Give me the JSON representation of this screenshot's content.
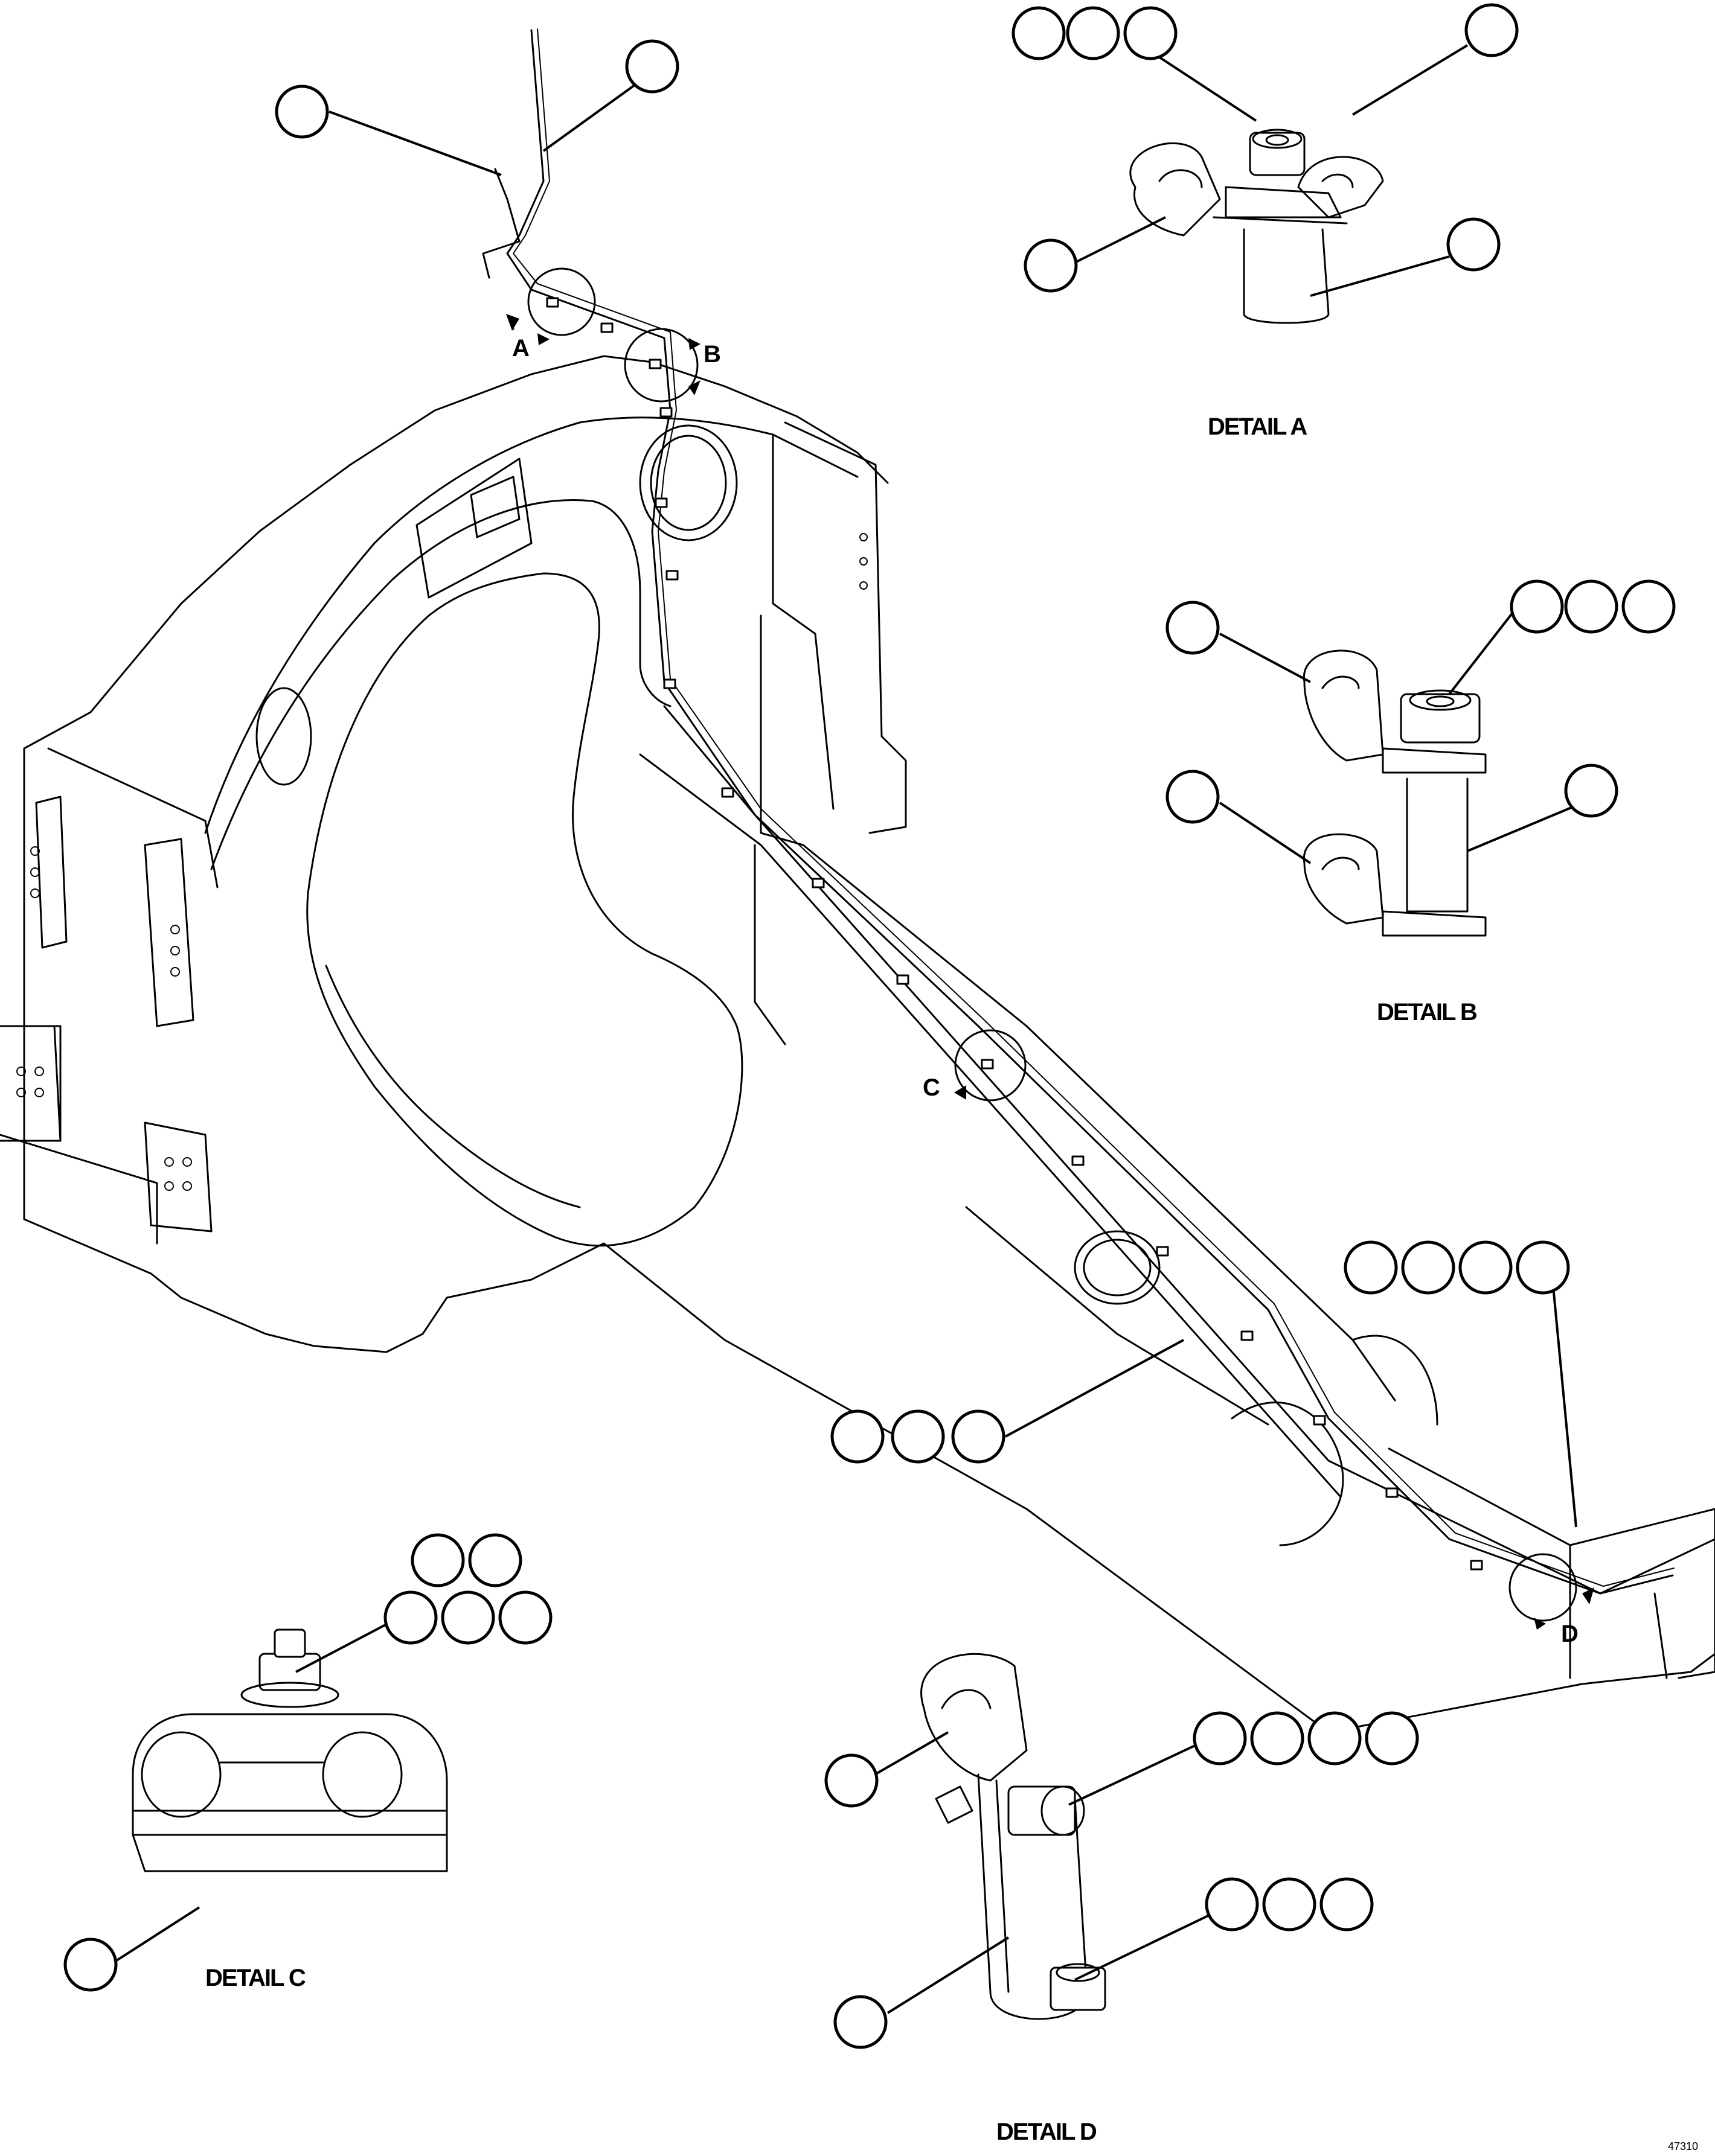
{
  "figure": {
    "id_label": "47310",
    "view_markers": [
      "A",
      "B",
      "C",
      "D"
    ],
    "details": {
      "a": "DETAIL A",
      "b": "DETAIL B",
      "c": "DETAIL C",
      "d": "DETAIL D"
    }
  },
  "callout_bubbles": {
    "description": "Reference balloons are drawn empty in the original (no numbers printed)."
  }
}
